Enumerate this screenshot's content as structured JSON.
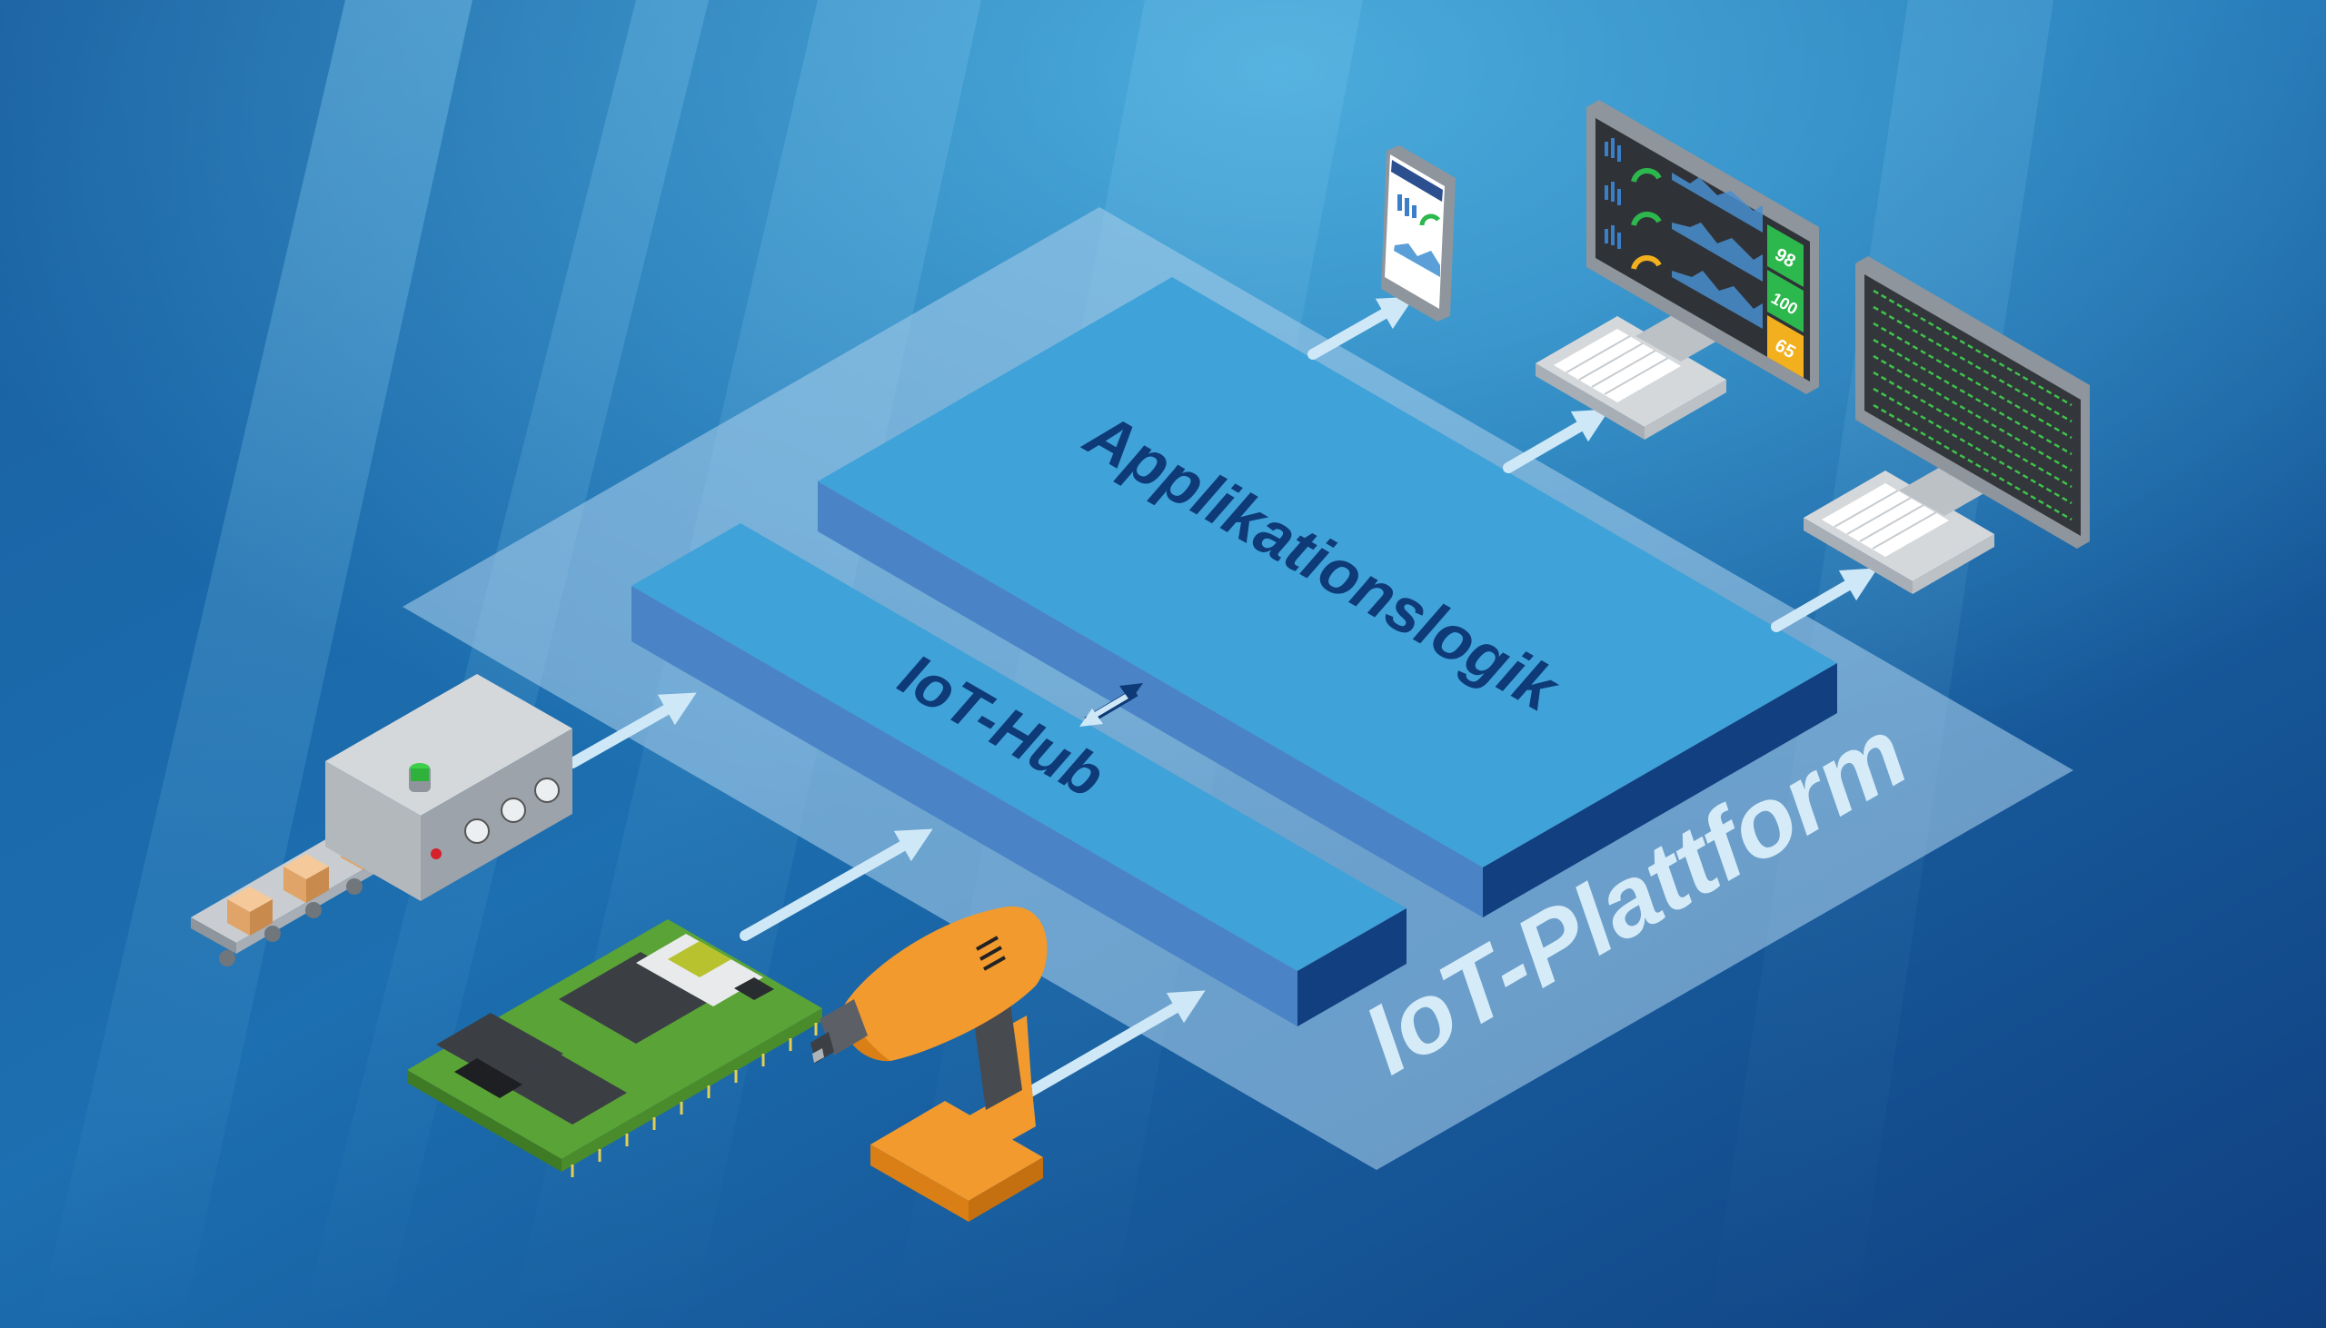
{
  "labels": {
    "platform": "IoT-Plattform",
    "hub": "IoT-Hub",
    "app_logic": "Applikationslogik"
  },
  "dashboard": {
    "values": [
      "98",
      "100",
      "65"
    ],
    "value_colors": [
      "#2db84d",
      "#2db84d",
      "#f2b01e"
    ]
  },
  "colors": {
    "background": "#154f8f",
    "platform": "#9fc8e6",
    "layer_top": "#3fa2d8",
    "layer_side": "#4b84c6",
    "layer_front": "#123f80",
    "label_dark": "#0e3a78",
    "arrow": "#cfe8f7"
  },
  "icons": {
    "devices": [
      "conveyor-machine-icon",
      "circuit-board-icon",
      "power-drill-icon"
    ],
    "clients": [
      "tablet-icon",
      "dashboard-monitor-icon",
      "terminal-monitor-icon"
    ]
  }
}
